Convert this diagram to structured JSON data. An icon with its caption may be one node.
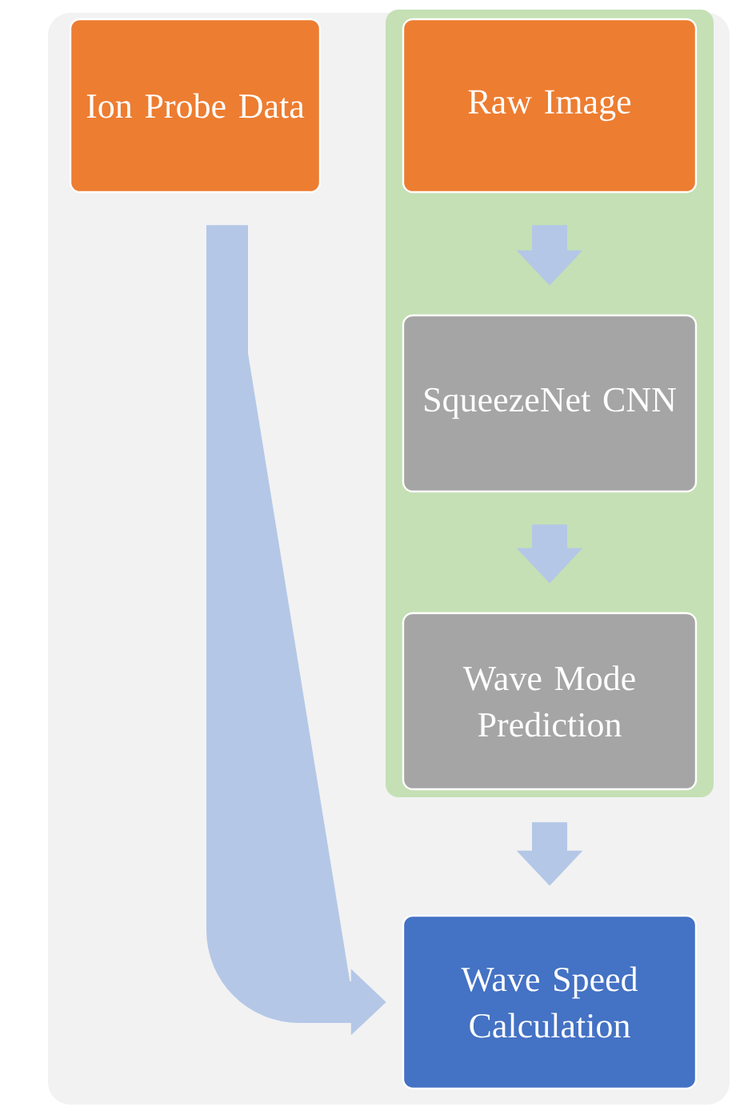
{
  "diagram": {
    "nodes": [
      {
        "text": [
          "Ion Probe Data"
        ]
      },
      {
        "text": [
          "Raw Image"
        ]
      },
      {
        "text": [
          "SqueezeNet CNN"
        ]
      },
      {
        "text": [
          "Wave Mode Prediction"
        ]
      },
      {
        "text": [
          "Wave Speed Calculation"
        ]
      }
    ],
    "edges": [
      {
        "from": 1,
        "to": 2,
        "arrow": "to"
      },
      {
        "from": 2,
        "to": 3,
        "arrow": "to"
      },
      {
        "from": 3,
        "to": 4,
        "arrow": "to"
      },
      {
        "from": 0,
        "to": 4,
        "arrow": "to"
      }
    ]
  }
}
